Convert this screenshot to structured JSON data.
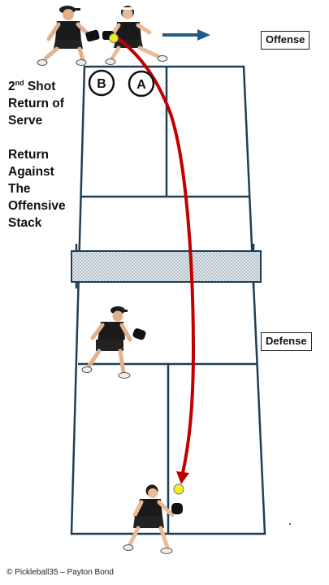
{
  "title": {
    "line1_main": "2",
    "line1_sup": "nd",
    "line1_rest": " Shot",
    "line2": "Return of",
    "line3": "Serve",
    "line4": "Return",
    "line5": "Against",
    "line6": "The",
    "line7": "Offensive",
    "line8": "Stack"
  },
  "labels": {
    "offense": "Offense",
    "defense": "Defense",
    "player_b": "B",
    "player_a": "A"
  },
  "copyright": "© Pickleball35 – Payton Bond",
  "colors": {
    "court_line": "#1f3f57",
    "shot_path": "#c00000",
    "arrow": "#1f5c88",
    "ball": "#f2ef1a",
    "net_fill": "#dfe6ec"
  }
}
